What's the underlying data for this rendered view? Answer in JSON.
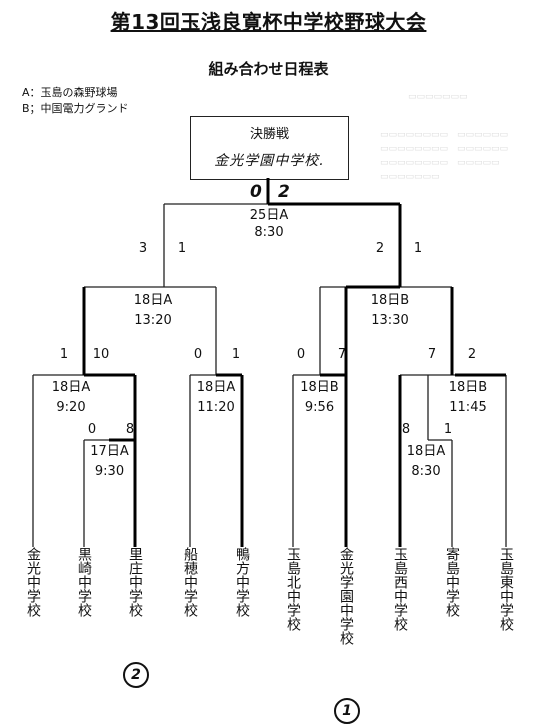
{
  "title": "第13回玉浅良寛杯中学校野球大会",
  "subtitle": "組み合わせ日程表",
  "venues": [
    "A：玉島の森野球場",
    "B；中国電力グランド"
  ],
  "final": {
    "label": "決勝戦",
    "winner": "金光学園中学校.",
    "handwritten_score": [
      "0",
      "2"
    ],
    "schedule": {
      "date": "25日A",
      "time": "8:30"
    },
    "scores": {
      "left_outer": "3",
      "left_inner": "1",
      "right_inner": "2",
      "right_outer": "1"
    }
  },
  "semifinals": [
    {
      "date": "18日A",
      "time": "13:20",
      "scores": [
        "1",
        "10",
        "0",
        "1"
      ]
    },
    {
      "date": "18日B",
      "time": "13:30",
      "scores": [
        "0",
        "7",
        "7",
        "2"
      ]
    }
  ],
  "quarterfinals": [
    {
      "date": "18日A",
      "time": "9:20",
      "scores": [
        "0",
        "8"
      ]
    },
    {
      "date": "18日A",
      "time": "11:20"
    },
    {
      "date": "18日B",
      "time": "9:56"
    },
    {
      "date": "18日B",
      "time": "11:45",
      "scores": [
        "8",
        "1"
      ]
    }
  ],
  "first_round": [
    {
      "date": "17日A",
      "time": "9:30"
    },
    {
      "date": "18日A",
      "time": "8:30"
    }
  ],
  "teams": [
    "金光中学校",
    "黒崎中学校",
    "里庄中学校",
    "船穂中学校",
    "鴨方中学校",
    "玉島北中学校",
    "金光学園中学校",
    "玉島西中学校",
    "寄島中学校",
    "玉島東中学校"
  ],
  "placements": [
    {
      "team_index": 6,
      "mark": "1"
    },
    {
      "team_index": 2,
      "mark": "2"
    }
  ],
  "colors": {
    "line": "#222222",
    "winner_line": "#000000"
  }
}
